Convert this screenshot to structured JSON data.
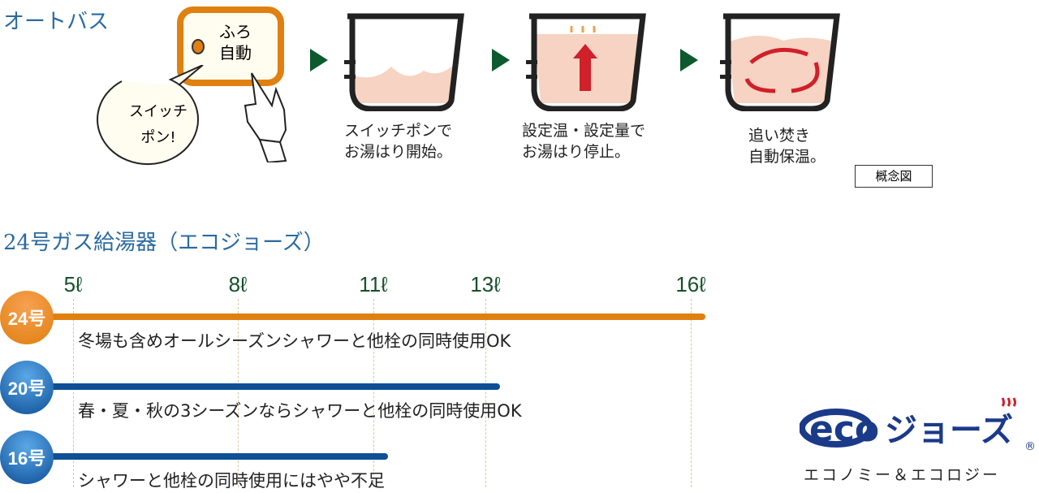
{
  "autobath": {
    "title": "オートバス",
    "panel": {
      "line1": "ふろ",
      "line2": "自動"
    },
    "bubble": {
      "line1": "スイッチ",
      "line2": "ポン!"
    },
    "steps": [
      {
        "line1": "スイッチポンで",
        "line2": "お湯はり開始。"
      },
      {
        "line1": "設定温・設定量で",
        "line2": "お湯はり停止。"
      },
      {
        "line1": "追い焚き",
        "line2": "自動保温。"
      }
    ],
    "concept_label": "概念図"
  },
  "chart_data": {
    "type": "bar",
    "title": "24号ガス給湯器（エコジョーズ）",
    "tick_unit": "ℓ",
    "ticks": [
      5,
      8,
      11,
      13,
      16
    ],
    "tick_labels": [
      "5ℓ",
      "8ℓ",
      "11ℓ",
      "13ℓ",
      "16ℓ"
    ],
    "series": [
      {
        "name": "24号",
        "value": 16,
        "color": "#e08010",
        "note": "冬場も含めオールシーズンシャワーと他栓の同時使用OK"
      },
      {
        "name": "20号",
        "value": 13,
        "color": "#0e4f96",
        "note": "春・夏・秋の3シーズンならシャワーと他栓の同時使用OK"
      },
      {
        "name": "16号",
        "value": 11,
        "color": "#0e4f96",
        "note": "シャワーと他栓の同時使用にはやや不足"
      }
    ]
  },
  "logo": {
    "text": "ecoジョーズ",
    "registered": "®",
    "tagline": "エコノミー＆エコロジー"
  }
}
